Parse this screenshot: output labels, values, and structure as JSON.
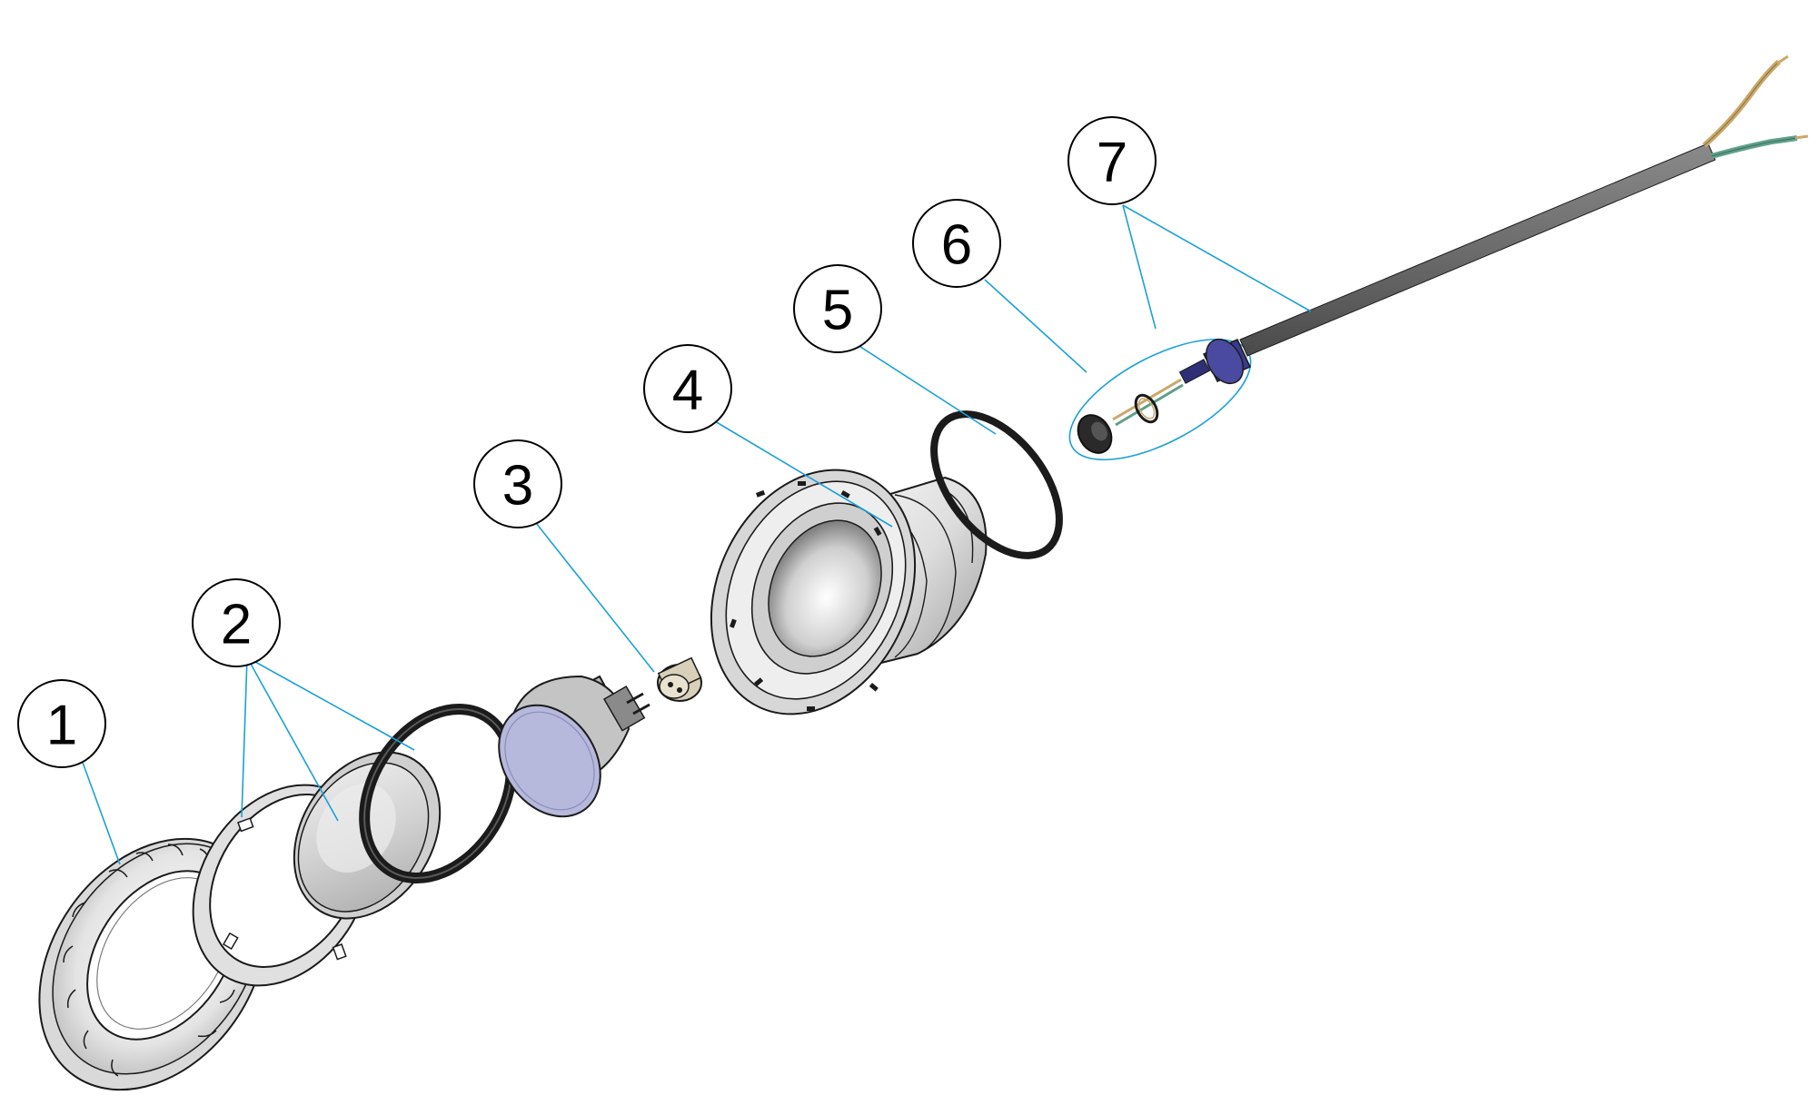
{
  "callouts": [
    {
      "id": "1",
      "label": "1"
    },
    {
      "id": "2",
      "label": "2"
    },
    {
      "id": "3",
      "label": "3"
    },
    {
      "id": "4",
      "label": "4"
    },
    {
      "id": "5",
      "label": "5"
    },
    {
      "id": "6",
      "label": "6"
    },
    {
      "id": "7",
      "label": "7"
    }
  ],
  "colors": {
    "leader_line": "#1aa0d8",
    "outline": "#1b1b1b",
    "cable": "#6c6c6c",
    "lens": "#b6b8dc",
    "nut": "#3a3a8c",
    "wire_tan": "#c9a86a",
    "wire_green": "#5fa08a",
    "socket": "#d8d0b8"
  }
}
